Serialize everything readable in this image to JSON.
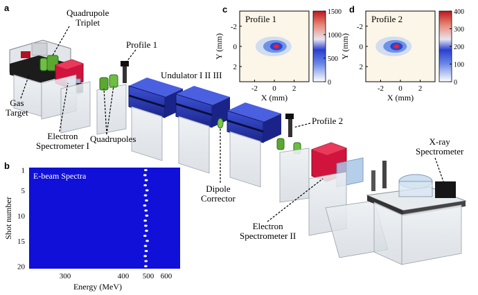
{
  "panels": {
    "a": "a",
    "b": "b",
    "c": "c",
    "d": "d"
  },
  "labels": {
    "quadrupole_triplet": [
      "Quadrupole",
      "Triplet"
    ],
    "profile1": "Profile 1",
    "undulator": "Undulator I II III",
    "gas_target": [
      "Gas",
      "Target"
    ],
    "electron_spec_1": [
      "Electron",
      "Spectrometer I"
    ],
    "quadrupoles": "Quadrupoles",
    "profile2": "Profile 2",
    "xray_spec": [
      "X-ray",
      "Spectrometer"
    ],
    "dipole_corrector": [
      "Dipole",
      "Corrector"
    ],
    "electron_spec_2": [
      "Electron",
      "Spectrometer II"
    ]
  },
  "colors": {
    "undulator_blue": "#2233aa",
    "spectrometer_red": "#d0143c",
    "quad_green": "#5aa832",
    "espectra_bg": "#1010d8",
    "frame_grey": "#c8ccd2"
  },
  "chart_data": [
    {
      "id": "c",
      "type": "heatmap",
      "title": "Profile 1",
      "xlabel": "X (mm)",
      "ylabel": "Y (mm)",
      "xticks": [
        "-2",
        "0",
        "2"
      ],
      "yticks": [
        "-2",
        "0",
        "2"
      ],
      "xlim": [
        -3.5,
        3.5
      ],
      "ylim": [
        -3.5,
        3.5
      ],
      "colorbar_ticks": [
        "0",
        "500",
        "1000",
        "1500"
      ],
      "colorbar_range": [
        0,
        1500
      ],
      "peak": {
        "x": 0.2,
        "y": 0.0,
        "value": 1500
      }
    },
    {
      "id": "d",
      "type": "heatmap",
      "title": "Profile 2",
      "xlabel": "X (mm)",
      "ylabel": "Y (mm)",
      "xticks": [
        "-2",
        "0",
        "2"
      ],
      "yticks": [
        "-2",
        "0",
        "2"
      ],
      "xlim": [
        -3.5,
        3.5
      ],
      "ylim": [
        -3.5,
        3.5
      ],
      "colorbar_ticks": [
        "0",
        "100",
        "200",
        "300",
        "400"
      ],
      "colorbar_range": [
        0,
        400
      ],
      "peak": {
        "x": -0.4,
        "y": 0.0,
        "value": 400
      }
    },
    {
      "id": "b",
      "type": "heatmap",
      "title": "E-beam Spectra",
      "xlabel": "Energy (MeV)",
      "ylabel": "Shot number",
      "xticks": [
        "300",
        "400",
        "500",
        "600"
      ],
      "yticks": [
        "1",
        "5",
        "10",
        "15",
        "20"
      ],
      "shots": [
        1,
        2,
        3,
        4,
        5,
        6,
        7,
        8,
        9,
        10,
        11,
        12,
        13,
        14,
        15,
        16,
        17,
        18,
        19,
        20
      ],
      "peak_energy_mev": [
        490,
        487,
        492,
        488,
        495,
        489,
        493,
        486,
        491,
        494,
        488,
        490,
        493,
        487,
        496,
        489,
        492,
        488,
        491,
        490
      ]
    }
  ]
}
